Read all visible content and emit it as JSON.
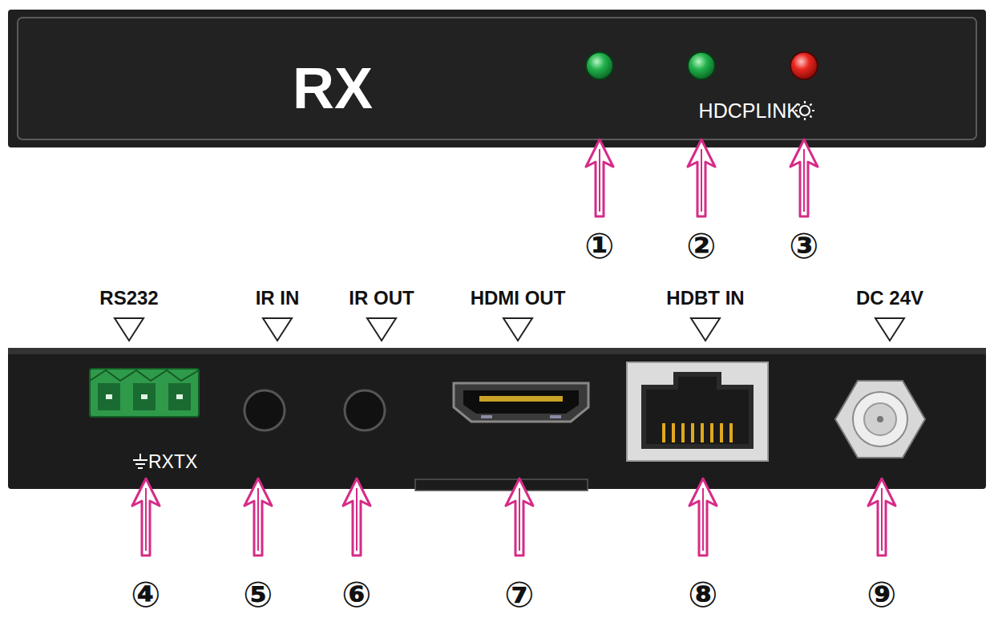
{
  "diagram": {
    "nodes": [
      {
        "text": [
          "RX",
          "HDCPLINK"
        ]
      },
      {
        "text": [
          "RXTX"
        ]
      }
    ],
    "labels": [
      "①",
      "②",
      "③",
      "RS232",
      "IR IN",
      "IR OUT",
      "HDMI OUT",
      "HDBT IN",
      "DC 24V",
      "④",
      "⑤",
      "⑥",
      "⑦",
      "⑧",
      "⑨"
    ]
  }
}
